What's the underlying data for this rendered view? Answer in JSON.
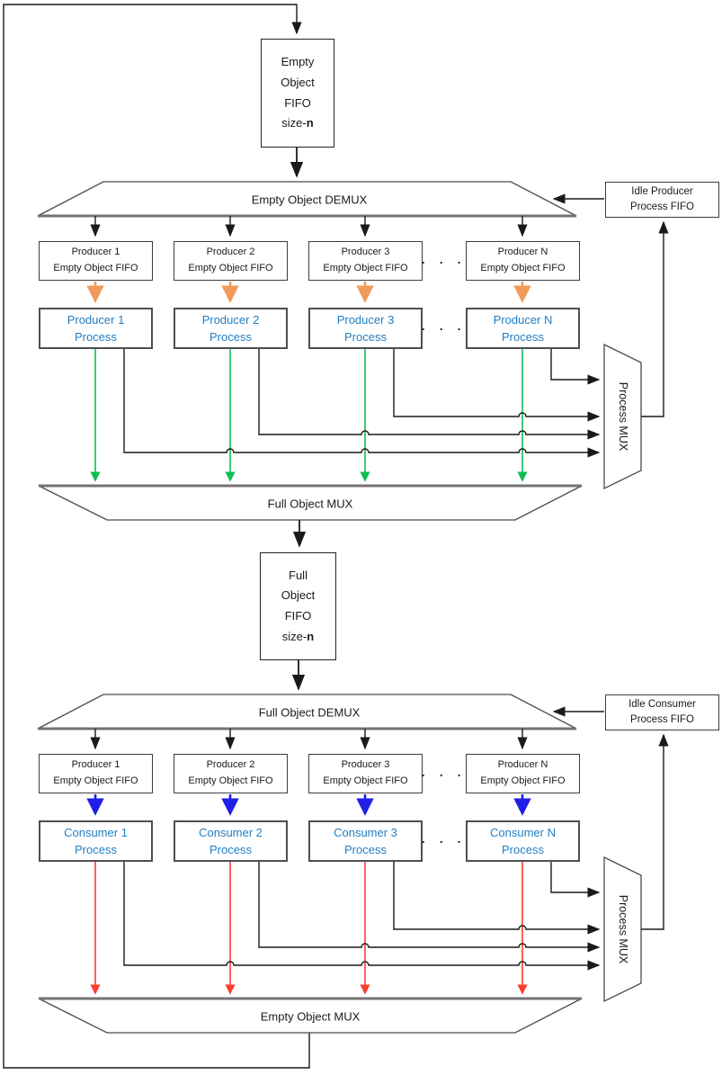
{
  "colors": {
    "process_text_blue": "#1F7EC4",
    "orange_arrow": "#F09B59",
    "green_arrow": "#0FBE53",
    "blue_arrow": "#1F1FE8",
    "red_arrow": "#FF3B30",
    "black_line": "#1a1a1a",
    "shape_gray": "#4a4a4a",
    "thick_gray_edge": "#737373"
  },
  "empty_object_fifo": {
    "line1": "Empty",
    "line2": "Object",
    "line3": "FIFO",
    "size_prefix": "size-",
    "size_n": "n"
  },
  "empty_object_demux_label": "Empty Object DEMUX",
  "idle_producer_fifo": {
    "line1": "Idle Producer",
    "line2": "Process FIFO"
  },
  "producer_fifo_boxes": [
    {
      "line1": "Producer 1",
      "line2": "Empty Object FIFO"
    },
    {
      "line1": "Producer 2",
      "line2": "Empty Object FIFO"
    },
    {
      "line1": "Producer 3",
      "line2": "Empty Object FIFO"
    },
    {
      "line1": "Producer N",
      "line2": "Empty Object FIFO"
    }
  ],
  "producer_process_boxes": [
    {
      "line1": "Producer 1",
      "line2": "Process"
    },
    {
      "line1": "Producer 2",
      "line2": "Process"
    },
    {
      "line1": "Producer 3",
      "line2": "Process"
    },
    {
      "line1": "Producer N",
      "line2": "Process"
    }
  ],
  "process_mux_top_label": "Process MUX",
  "full_object_mux_label": "Full Object MUX",
  "full_object_fifo": {
    "line1": "Full",
    "line2": "Object",
    "line3": "FIFO",
    "size_prefix": "size-",
    "size_n": "n"
  },
  "full_object_demux_label": "Full Object DEMUX",
  "idle_consumer_fifo": {
    "line1": "Idle Consumer",
    "line2": "Process FIFO"
  },
  "consumer_fifo_boxes": [
    {
      "line1": "Producer 1",
      "line2": "Empty Object FIFO"
    },
    {
      "line1": "Producer 2",
      "line2": "Empty Object FIFO"
    },
    {
      "line1": "Producer 3",
      "line2": "Empty Object FIFO"
    },
    {
      "line1": "Producer N",
      "line2": "Empty Object FIFO"
    }
  ],
  "consumer_process_boxes": [
    {
      "line1": "Consumer 1",
      "line2": "Process"
    },
    {
      "line1": "Consumer 2",
      "line2": "Process"
    },
    {
      "line1": "Consumer 3",
      "line2": "Process"
    },
    {
      "line1": "Consumer N",
      "line2": "Process"
    }
  ],
  "process_mux_bottom_label": "Process MUX",
  "empty_object_mux_label": "Empty Object MUX",
  "ellipsis": "· · ·"
}
